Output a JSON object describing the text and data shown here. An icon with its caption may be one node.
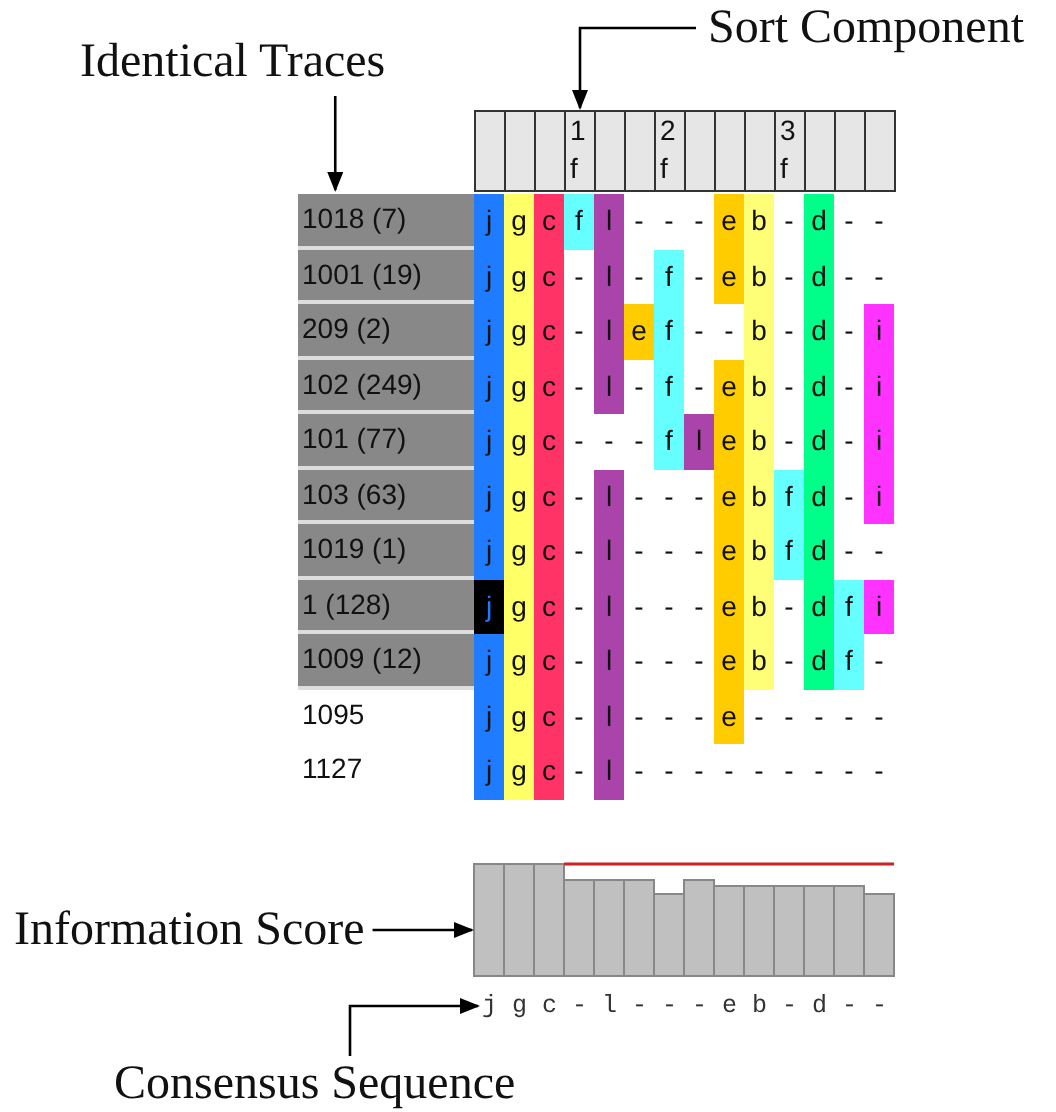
{
  "diagram": {
    "nodes": [
      {
        "text": [
          "Identical Traces"
        ]
      },
      {
        "text": [
          "Sort Component"
        ]
      },
      {
        "text": [
          "Information Score"
        ]
      },
      {
        "text": [
          "Consensus Sequence"
        ]
      },
      {
        "text": [],
        "shape": "box"
      },
      {
        "text": [],
        "shape": "box"
      },
      {
        "text": [],
        "shape": "box"
      },
      {
        "text": [
          "1 f"
        ]
      },
      {
        "text": [],
        "shape": "box"
      },
      {
        "text": [],
        "shape": "box"
      },
      {
        "text": [
          "2 f"
        ]
      },
      {
        "text": [],
        "shape": "box"
      },
      {
        "text": [],
        "shape": "box"
      },
      {
        "text": [],
        "shape": "box"
      },
      {
        "text": [
          "3 f"
        ]
      },
      {
        "text": [],
        "shape": "box"
      },
      {
        "text": [],
        "shape": "box"
      },
      {
        "text": [],
        "shape": "box"
      },
      {
        "text": [
          "1018 (7)"
        ]
      },
      {
        "text": [
          "1001 (19)"
        ]
      },
      {
        "text": [
          "209 (2)"
        ]
      },
      {
        "text": [
          "102 (249)"
        ]
      },
      {
        "text": [
          "101 (77)"
        ]
      },
      {
        "text": [
          "103 (63)"
        ]
      },
      {
        "text": [
          "1019 (1)"
        ]
      },
      {
        "text": [
          "1 (128)"
        ]
      },
      {
        "text": [
          "1009 (12)"
        ]
      },
      {
        "text": [
          "1095"
        ]
      },
      {
        "text": [
          "1127"
        ]
      },
      {
        "text": [],
        "shape": "picture"
      },
      {
        "text": [
          "j g c - l - - - e b - d - -"
        ]
      }
    ],
    "edges": [
      {
        "from": 0,
        "to": 18,
        "arrow": "to"
      },
      {
        "from": 1,
        "to": 7,
        "arrow": "to"
      },
      {
        "from": 2,
        "to": 29,
        "arrow": "to"
      },
      {
        "from": 3,
        "to": 30,
        "arrow": "to"
      }
    ],
    "labels": [
      "j",
      "g",
      "c",
      "f",
      "l",
      "-",
      "-",
      "-",
      "e",
      "b",
      "-",
      "d",
      "-",
      "-",
      "j",
      "g",
      "c",
      "-",
      "l",
      "-",
      "f",
      "-",
      "e",
      "b",
      "-",
      "d",
      "-",
      "-",
      "j",
      "g",
      "c",
      "-",
      "l",
      "e",
      "f",
      "-",
      "-",
      "b",
      "-",
      "d",
      "-",
      "i",
      "j",
      "g",
      "c",
      "-",
      "l",
      "-",
      "f",
      "-",
      "e",
      "b",
      "-",
      "d",
      "-",
      "i",
      "j",
      "g",
      "c",
      "-",
      "-",
      "-",
      "f",
      "l",
      "e",
      "b",
      "-",
      "d",
      "-",
      "i",
      "j",
      "g",
      "c",
      "-",
      "l",
      "-",
      "-",
      "-",
      "e",
      "b",
      "f",
      "d",
      "-",
      "i",
      "j",
      "g",
      "c",
      "-",
      "l",
      "-",
      "-",
      "-",
      "e",
      "b",
      "f",
      "d",
      "-",
      "-",
      "j",
      "g",
      "c",
      "-",
      "l",
      "-",
      "-",
      "-",
      "e",
      "b",
      "-",
      "d",
      "f",
      "i",
      "j",
      "g",
      "c",
      "-",
      "l",
      "-",
      "-",
      "-",
      "e",
      "b",
      "-",
      "d",
      "f",
      "-",
      "j",
      "g",
      "c",
      "-",
      "l",
      "-",
      "-",
      "-",
      "e",
      "-",
      "-",
      "-",
      "-",
      "-",
      "j",
      "g",
      "c",
      "-",
      "l",
      "-",
      "-",
      "-",
      "-",
      "-",
      "-",
      "-",
      "-",
      "-"
    ]
  }
}
